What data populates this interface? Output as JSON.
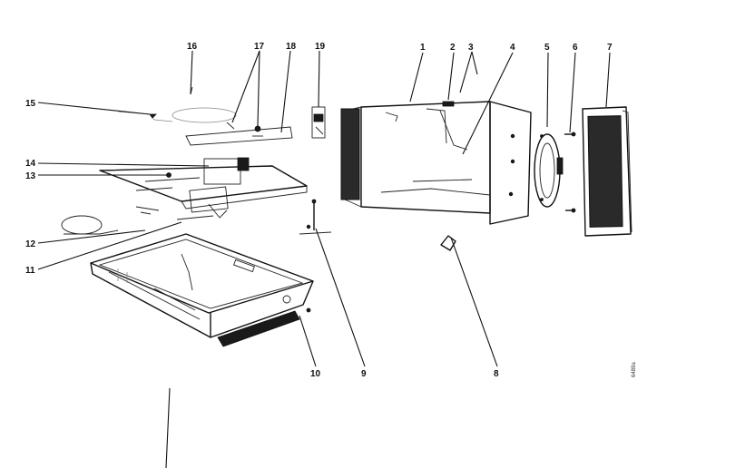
{
  "callouts": {
    "c1": "1",
    "c2": "2",
    "c3": "3",
    "c4": "4",
    "c5": "5",
    "c6": "6",
    "c7": "7",
    "c8": "8",
    "c9": "9",
    "c10": "10",
    "c11": "11",
    "c12": "12",
    "c13": "13",
    "c14": "14",
    "c15": "15",
    "c16": "16",
    "c17": "17",
    "c18": "18",
    "c19": "19"
  },
  "drawing_code": "6489a"
}
